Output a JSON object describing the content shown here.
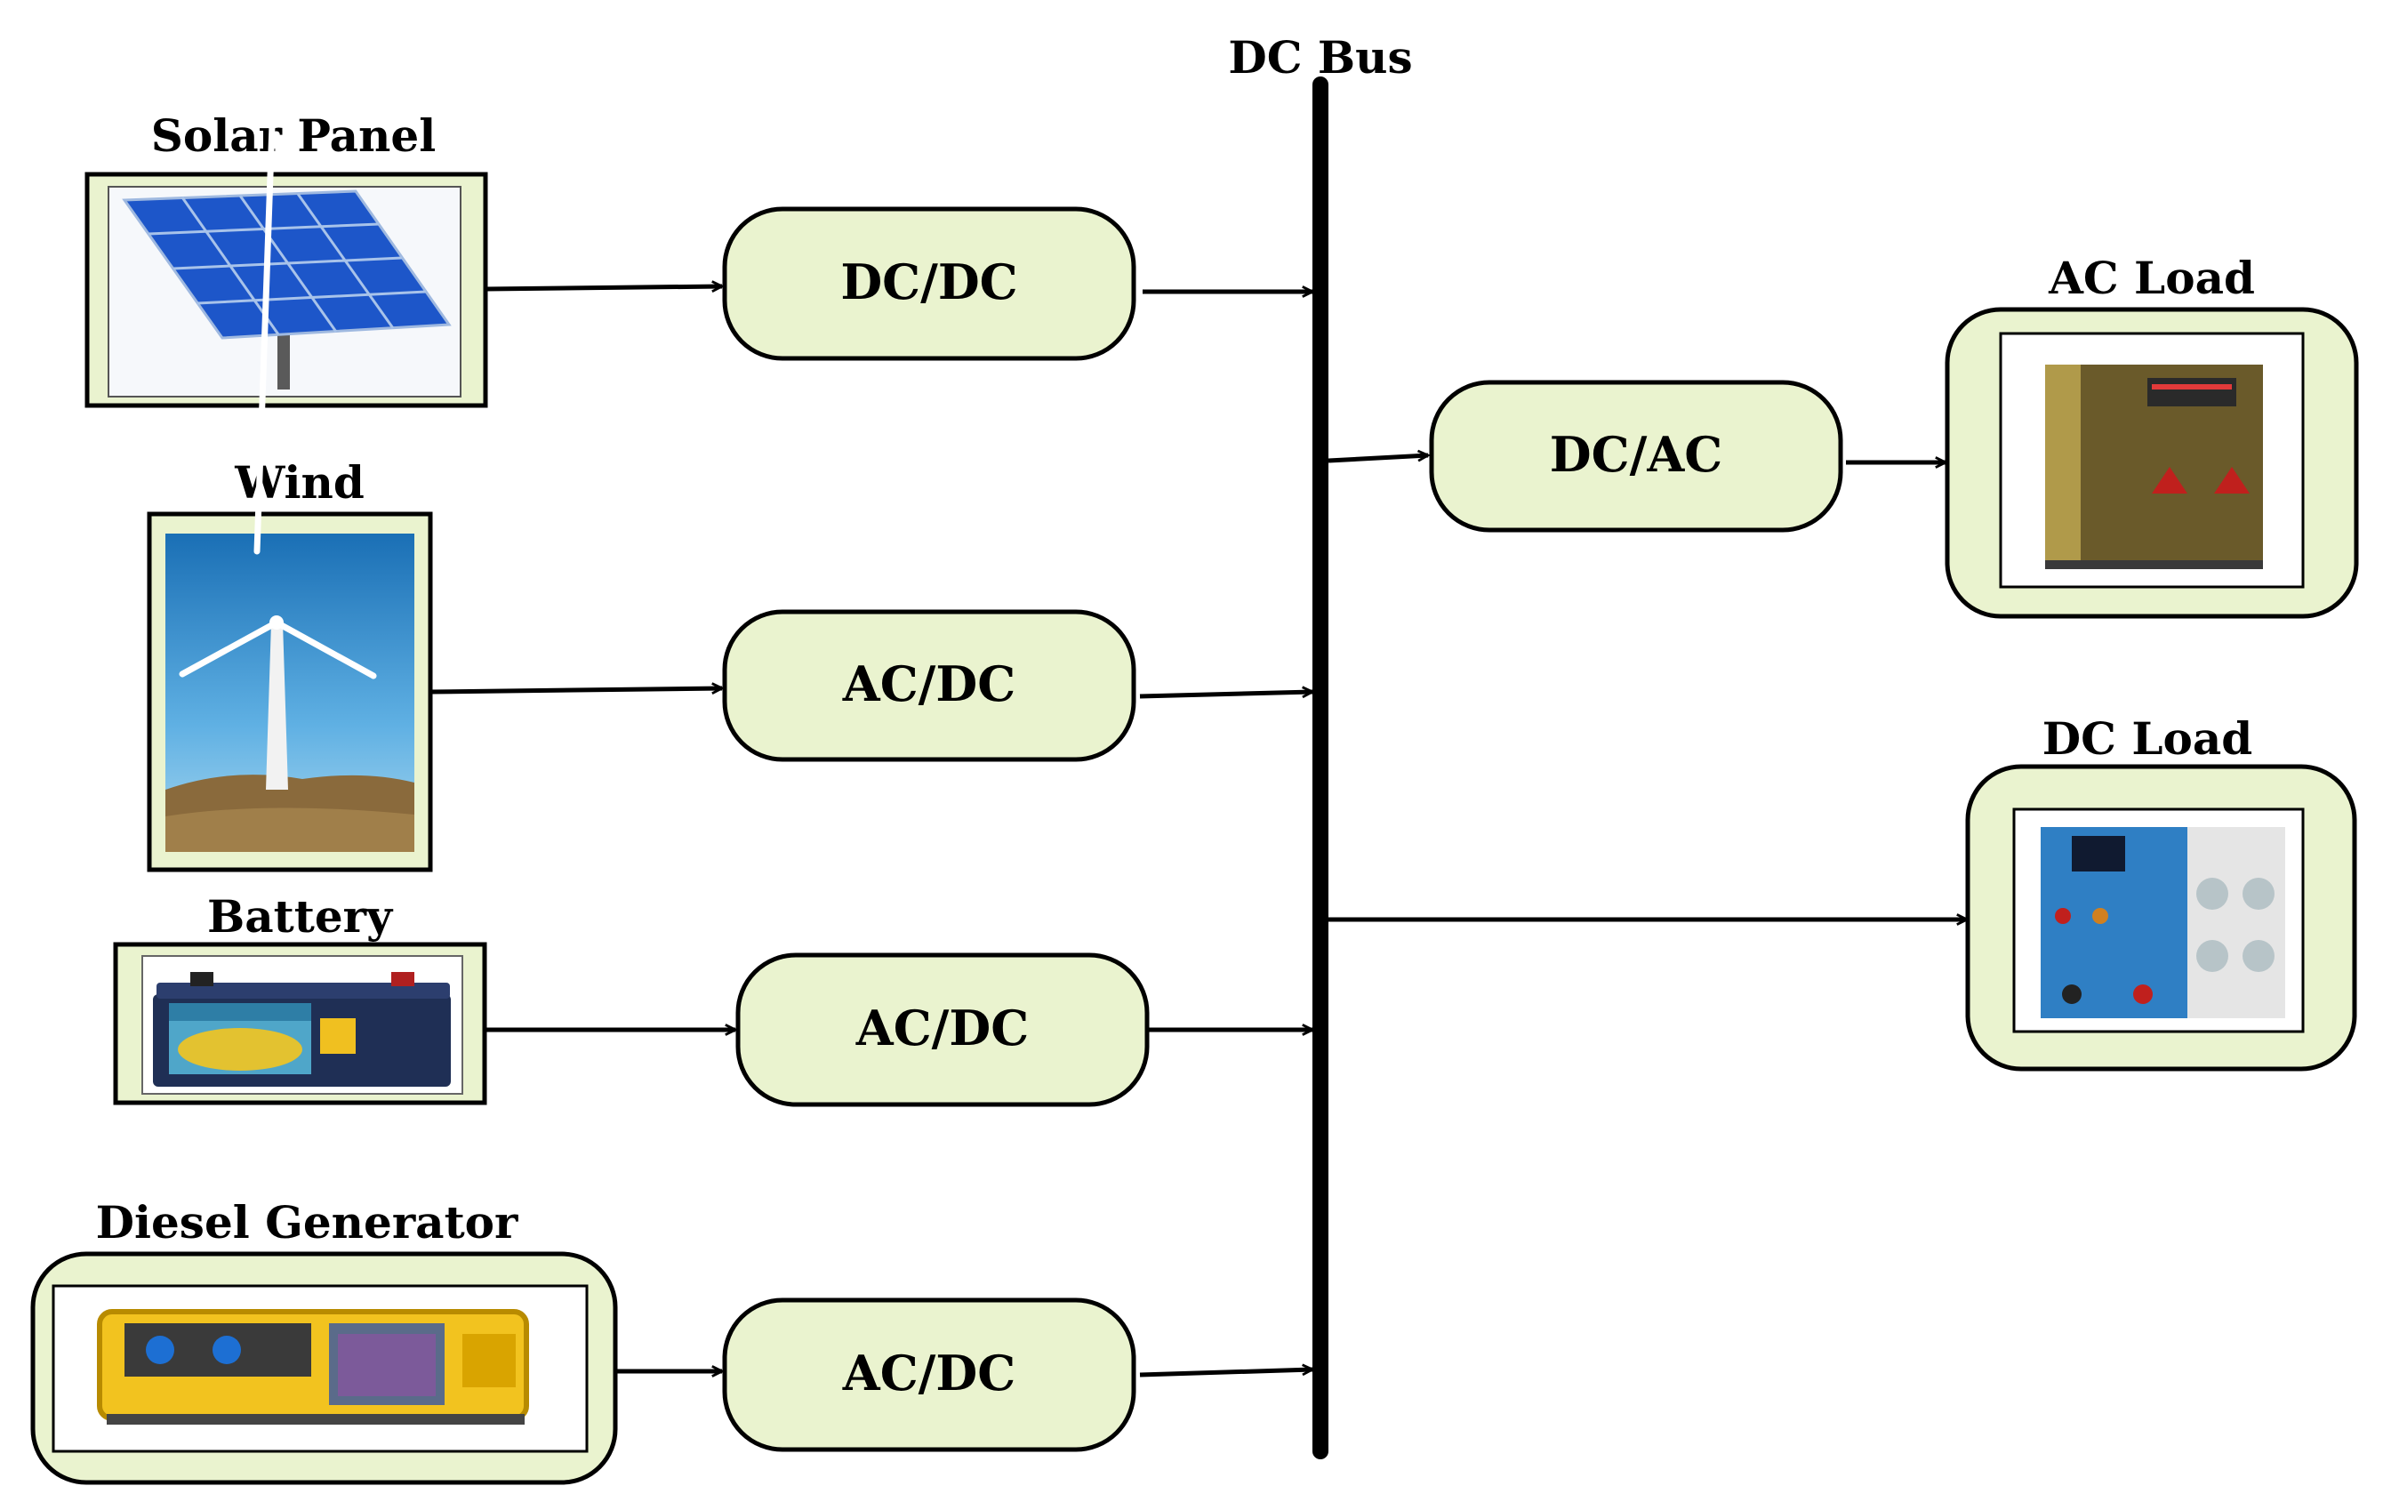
{
  "bus": {
    "label": "DC Bus"
  },
  "sources": [
    {
      "id": "solar",
      "label": "Solar Panel",
      "icon": "solar-panel-icon",
      "converter": "DC/DC"
    },
    {
      "id": "wind",
      "label": "Wind",
      "icon": "wind-turbine-icon",
      "converter": "AC/DC"
    },
    {
      "id": "battery",
      "label": "Battery",
      "icon": "battery-icon",
      "converter": "AC/DC"
    },
    {
      "id": "diesel",
      "label": "Diesel Generator",
      "icon": "diesel-generator-icon",
      "converter": "AC/DC"
    }
  ],
  "loads": [
    {
      "id": "ac",
      "label": "AC Load",
      "icon": "ac-load-icon",
      "converter": "DC/AC"
    },
    {
      "id": "dc",
      "label": "DC Load",
      "icon": "dc-load-icon"
    }
  ],
  "colors": {
    "converter_fill": "#eaf3cf",
    "frame_fill": "#eaf3cf",
    "stroke": "#000000"
  }
}
